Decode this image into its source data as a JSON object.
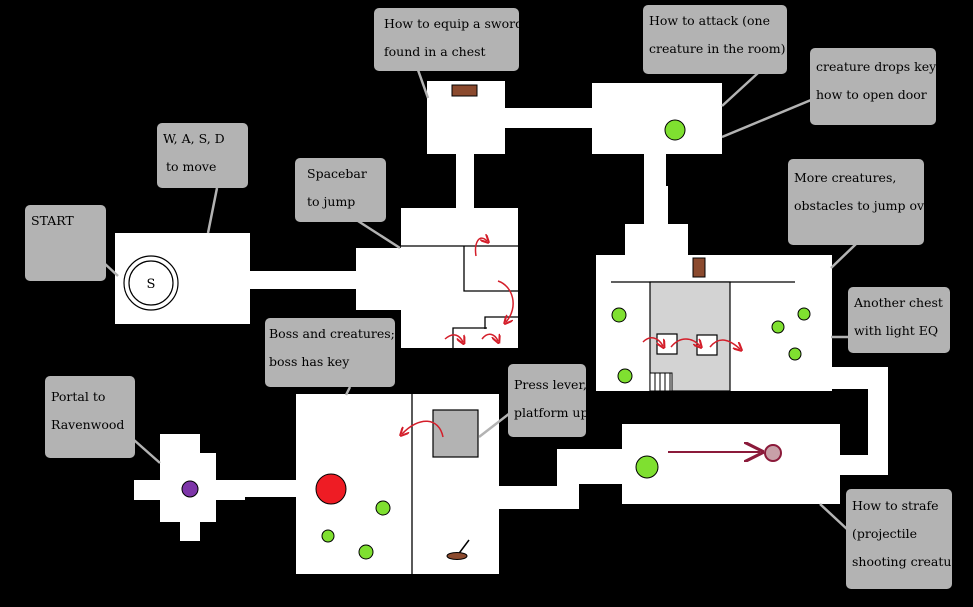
{
  "map": {
    "background": "#000000",
    "floor_color": "#ffffff",
    "puzzle_room_color": "#d3d3d3",
    "start_marker_label": "S"
  },
  "notes": {
    "start": {
      "lines": [
        "START"
      ]
    },
    "move": {
      "lines": [
        "W, A, S, D",
        "to move"
      ]
    },
    "jump": {
      "lines": [
        "Spacebar",
        "to jump"
      ]
    },
    "sword": {
      "lines": [
        "How to equip a sword,",
        "found in a chest"
      ]
    },
    "attack": {
      "lines": [
        "How to attack (one",
        "creature in the room)"
      ]
    },
    "key": {
      "lines": [
        "creature drops key;",
        "how to open door"
      ]
    },
    "creatures": {
      "lines": [
        "More creatures,",
        "obstacles to jump over"
      ]
    },
    "chest": {
      "lines": [
        "Another chest",
        "with light EQ"
      ]
    },
    "boss": {
      "lines": [
        "Boss and creatures;",
        "boss has key"
      ]
    },
    "lever": {
      "lines": [
        "Press lever,",
        "platform up"
      ]
    },
    "portal": {
      "lines": [
        "Portal to",
        "Ravenwood"
      ]
    },
    "strafe": {
      "lines": [
        "How to strafe",
        "(projectile",
        "shooting creature"
      ]
    }
  },
  "colors": {
    "note_box": "#b3b3b3",
    "connector": "#b3b3b3",
    "creature": "#7fe030",
    "boss": "#ee1c24",
    "portal": "#7d35a8",
    "chest": "#8b4a2e",
    "jump_arrow": "#d41e2a",
    "projectile": "#8b1a3a",
    "projectile_shooter": "#c8a0a8"
  }
}
